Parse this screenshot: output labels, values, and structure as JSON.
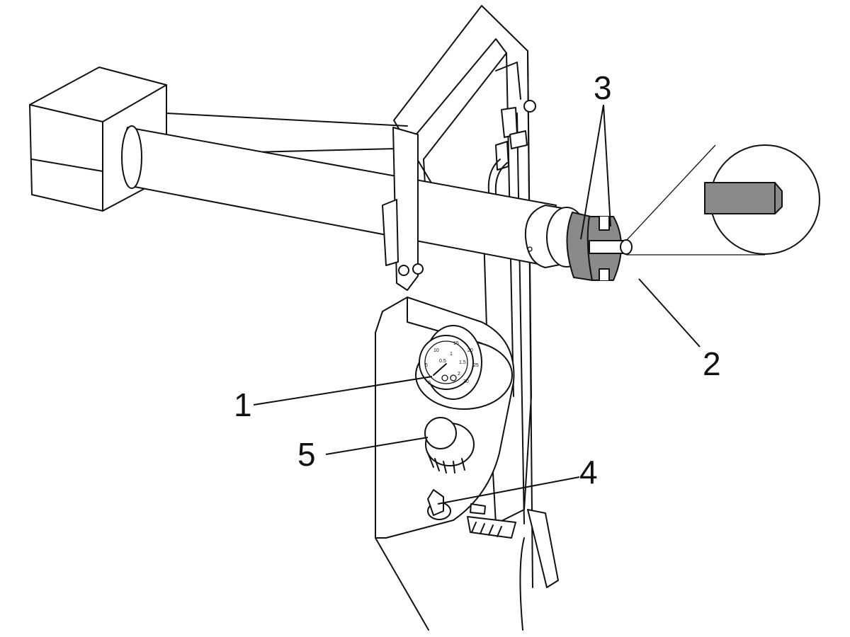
{
  "callouts": {
    "c1": "1",
    "c2": "2",
    "c3": "3",
    "c4": "4",
    "c5": "5"
  },
  "gauge": {
    "outer_scale": [
      "0",
      "5",
      "10",
      "15",
      "20",
      "25",
      "30"
    ],
    "inner_scale": [
      "0.5",
      "1",
      "1.5",
      "2"
    ]
  },
  "colors": {
    "line": "#111111",
    "part_fill": "#8a8a8a",
    "background": "#ffffff"
  }
}
